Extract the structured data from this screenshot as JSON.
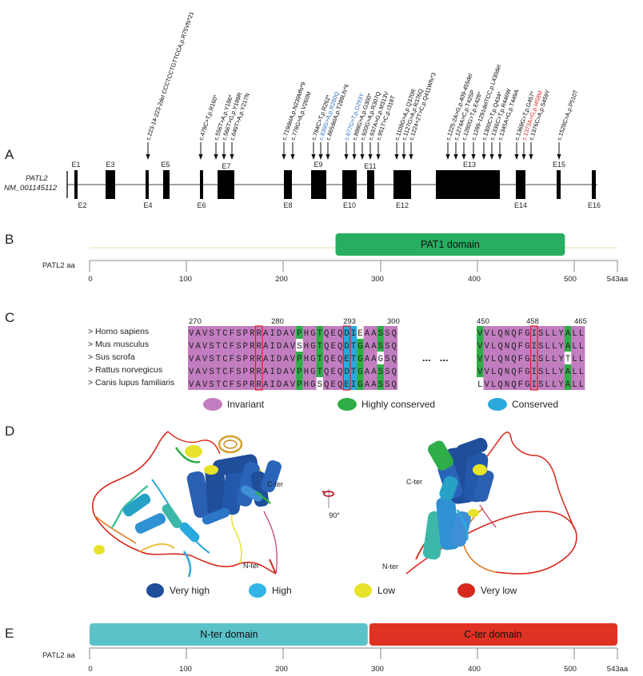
{
  "panels": {
    "a": {
      "letter": "A",
      "gene": "PATL2",
      "transcript": "NM_001145112",
      "exons_top": [
        "E1",
        "E3",
        "E5",
        "E7",
        "E9",
        "E11",
        "E13",
        "E15"
      ],
      "exons_bottom": [
        "E2",
        "E4",
        "E6",
        "E8",
        "E10",
        "E12",
        "E14",
        "E16"
      ],
      "mutations": [
        {
          "label": "c.223-14-223-2del CCCTCCTGTTCCA,p.R75Vfs*21",
          "color": "#000000"
        },
        {
          "label": "c.478C>T,p.R160*",
          "color": "#000000"
        },
        {
          "label": "c.556T>A,p.Y186*",
          "color": "#000000"
        },
        {
          "label": "c.566T>G,p.Y189R",
          "color": "#000000"
        },
        {
          "label": "c.649T>A,p.Y217N",
          "color": "#000000"
        },
        {
          "label": "c.719delA,p.N239Mfs*9",
          "color": "#000000"
        },
        {
          "label": "c.778G>A,p.V260M",
          "color": "#000000"
        },
        {
          "label": "c.784C>T,p.R262*",
          "color": "#000000"
        },
        {
          "label": "c.839G>A,p.R280Q",
          "color": "#2f6fbf"
        },
        {
          "label": "c.865delA,p.T289Lfs*6",
          "color": "#000000"
        },
        {
          "label": "c.877G>T,p.D293Y",
          "color": "#2f6fbf"
        },
        {
          "label": "c.898G>A,p.G300*",
          "color": "#000000"
        },
        {
          "label": "c.920G>A,p.R307Q",
          "color": "#000000"
        },
        {
          "label": "c.937A>G,p.M313V",
          "color": "#000000"
        },
        {
          "label": "c.951T>C,p.I318T",
          "color": "#000000"
        },
        {
          "label": "c.1108G>A,p.Q370R",
          "color": "#000000"
        },
        {
          "label": "c.1127G>A,p.R376Q",
          "color": "#000000"
        },
        {
          "label": "c.1224+2T>C,p.Q411Wfs*3",
          "color": "#000000"
        },
        {
          "label": "c.1225-2A>G,p.409-455del",
          "color": "#000000"
        },
        {
          "label": "c.1274A>C,p.T425P",
          "color": "#000000"
        },
        {
          "label": "c.1280G>T,p.E428*",
          "color": "#000000"
        },
        {
          "label": "c.1289-1291delTCC,p.L430del",
          "color": "#000000"
        },
        {
          "label": "c.1300C>T,p.Q434*",
          "color": "#000000"
        },
        {
          "label": "c.1336C>T,p.R446W",
          "color": "#000000"
        },
        {
          "label": "c.1345A>G,p.T449A",
          "color": "#000000"
        },
        {
          "label": "c.1369G>T,p.G457*",
          "color": "#000000"
        },
        {
          "label": "c.1373A>G,p.I458M",
          "color": "#d62728"
        },
        {
          "label": "c.1376C>A,p.S459Y",
          "color": "#000000"
        },
        {
          "label": "c.1528C>A,p.P510T",
          "color": "#000000"
        }
      ]
    },
    "b": {
      "letter": "B",
      "axis_label": "PATL2 aa",
      "domain_label": "PAT1 domain",
      "domain_color": "#27ae60",
      "domain_start": 253,
      "domain_end": 489,
      "length": 543,
      "length_label": "543aa",
      "ticks": [
        "0",
        "100",
        "200",
        "300",
        "400",
        "500"
      ]
    },
    "c": {
      "letter": "C",
      "pos_start_1": "270",
      "pos_mark_1": "280",
      "pos_mark_2": "293",
      "pos_end_1": "300",
      "pos_start_2": "450",
      "pos_mark_3": "458",
      "pos_end_2": "465",
      "ellipsis": "...   ...",
      "species": [
        {
          "name": "> Homo sapiens",
          "seq1": "VAVSTCFSPRRAIDAVPHGTQEQDIEAASSQ",
          "seq2": "VVLQNQFGISLLYALL"
        },
        {
          "name": "> Mus musculus",
          "seq1": "VAVSTCFSPRRAIDAVSHGTQEQDTGAASSQ",
          "seq2": "VVLQNQFGISLLYALL"
        },
        {
          "name": "> Sus scrofa",
          "seq1": "VAVSTCFSPRRAIDAVPHGTQEQETGAAGSQ",
          "seq2": "VVLQNQFGISLLYTLL"
        },
        {
          "name": "> Rattus norvegicus",
          "seq1": "VAVSTCFSPRRAIDAVPHGTQEQDTGAASSQ",
          "seq2": "VVLQNQFGISLLYALL"
        },
        {
          "name": "> Canis lupus familiaris",
          "seq1": "VAVSTCFSPRRAIDAVPHGSQEQEIGAASSQ",
          "seq2": "LVLQNQFGISLLYALL"
        }
      ],
      "legend": [
        {
          "label": "Invariant",
          "color": "#c27dc0"
        },
        {
          "label": "Highly conserved",
          "color": "#2fae47"
        },
        {
          "label": "Conserved",
          "color": "#2aa9dc"
        }
      ]
    },
    "d": {
      "letter": "D",
      "label_cter_left": "C-ter",
      "label_nter_left": "N-ter",
      "label_cter_right": "C-ter",
      "label_nter_right": "N-ter",
      "rotation": "90°",
      "legend": [
        {
          "label": "Very high",
          "color": "#1f4e9b"
        },
        {
          "label": "High",
          "color": "#33b6e6"
        },
        {
          "label": "Low",
          "color": "#e8e22a"
        },
        {
          "label": "Very low",
          "color": "#d6281d"
        }
      ]
    },
    "e": {
      "letter": "E",
      "axis_label": "PATL2 aa",
      "length": 543,
      "length_label": "543aa",
      "nter_label": "N-ter domain",
      "nter_color": "#5bc2c9",
      "cter_label": "C-ter domain",
      "cter_color": "#e03222",
      "split": 287,
      "ticks": [
        "0",
        "100",
        "200",
        "300",
        "400",
        "500"
      ]
    }
  }
}
